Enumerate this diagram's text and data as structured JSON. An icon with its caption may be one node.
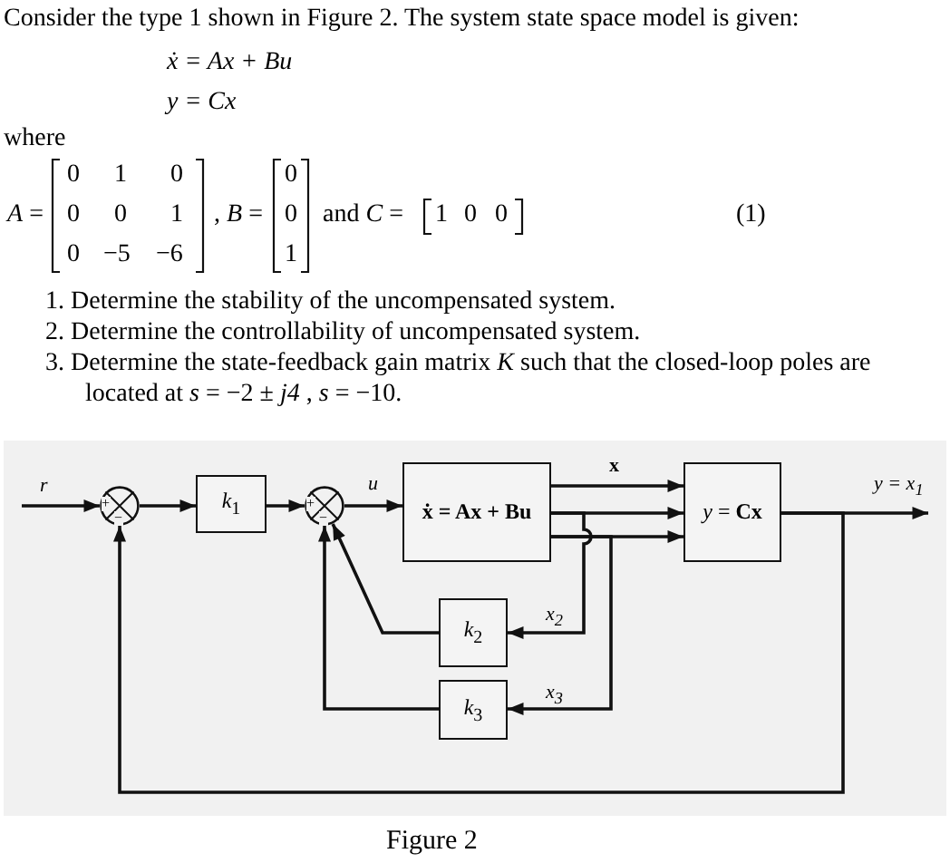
{
  "diagram": {
    "caption": "Figure 2",
    "nodes": [
      {
        "text": [
          "+",
          "−"
        ]
      },
      {
        "text": [
          "*k*$_{1}$"
        ]
      },
      {
        "text": [
          "+",
          "−"
        ]
      },
      {
        "text": [
          "ẋ = Ax + Bu"
        ]
      },
      {
        "text": [
          "*y* = **Cx**"
        ]
      },
      {
        "text": [
          "*k*$_{2}$"
        ]
      },
      {
        "text": [
          "*k*$_{3}$"
        ]
      }
    ],
    "edges": [
      {
        "from": null,
        "to": 0,
        "arrow": "to",
        "label": "r"
      },
      {
        "from": 0,
        "to": 1,
        "arrow": "to"
      },
      {
        "from": 1,
        "to": 2,
        "arrow": "to"
      },
      {
        "from": 2,
        "to": 3,
        "arrow": "to",
        "label": "u"
      },
      {
        "from": 3,
        "to": 4,
        "arrow": "to",
        "label": "x"
      },
      {
        "from": 3,
        "to": 4,
        "arrow": "to"
      },
      {
        "from": 3,
        "to": 4,
        "arrow": "to"
      },
      {
        "from": 3,
        "to": 5,
        "arrow": "to",
        "label": "x$_{2}$"
      },
      {
        "from": 3,
        "to": 6,
        "arrow": "to",
        "label": "x$_{3}$"
      },
      {
        "from": 5,
        "to": 2,
        "arrow": "to"
      },
      {
        "from": 6,
        "to": 2,
        "arrow": "to"
      },
      {
        "from": 4,
        "to": null,
        "arrow": "to",
        "label": "y = x$_{1}$"
      },
      {
        "from": 4,
        "to": 0,
        "arrow": "to"
      }
    ],
    "labels": [
      "Consider the type 1 shown in Figure 2. The system state space model is given:",
      "ẋ = Ax + Bu",
      "y = Cx",
      "where",
      "*A* =",
      "0",
      "1",
      "0",
      "0",
      "0",
      "1",
      "0",
      "−5",
      "−6",
      ", *B* =",
      "0",
      "0",
      "1",
      "and *C* =",
      "1",
      "0",
      "0",
      "(1)",
      "1. Determine the stability of the uncompensated system.",
      "2. Determine the controllability of uncompensated system.",
      "3. Determine the state-feedback gain matrix *K* such that the closed-loop poles are located at *s* = −2 ± *j4* , *s* = −10."
    ]
  }
}
